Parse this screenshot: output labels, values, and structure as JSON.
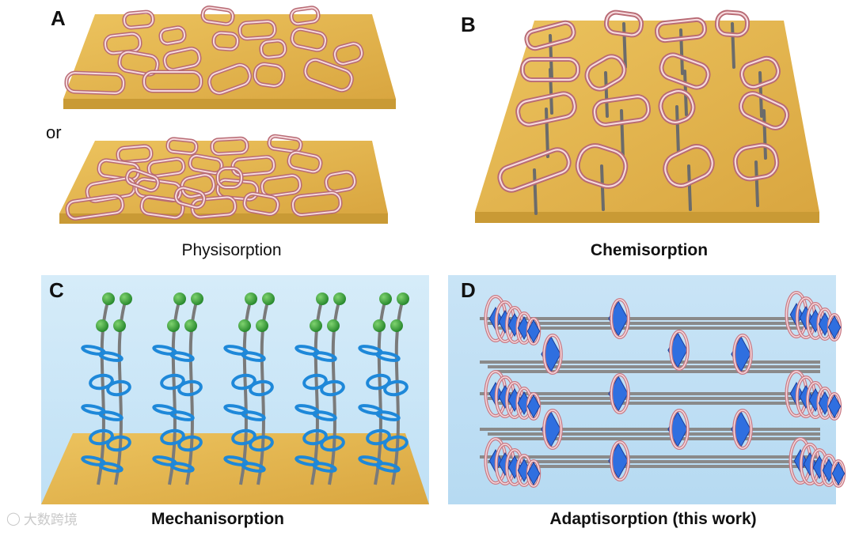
{
  "panels": {
    "a": {
      "letter": "A",
      "or_text": "or",
      "caption": "Physisorption"
    },
    "b": {
      "letter": "B",
      "caption": "Chemisorption"
    },
    "c": {
      "letter": "C",
      "caption": "Mechanisorption"
    },
    "d": {
      "letter": "D",
      "caption": "Adaptisorption (this work)"
    }
  },
  "watermark": {
    "text": "大数跨境"
  },
  "colors": {
    "substrate": "#e6b84f",
    "substrate_edge": "#c99a35",
    "ring": "#d98b93",
    "ring_highlight": "#f6dade",
    "pillar": "#6b6b6b",
    "panel_bg": "#cfe7f7",
    "blue_ring": "#1e88d9",
    "green_bead": "#3aa335",
    "blue_wheel": "#2f6fe0"
  }
}
